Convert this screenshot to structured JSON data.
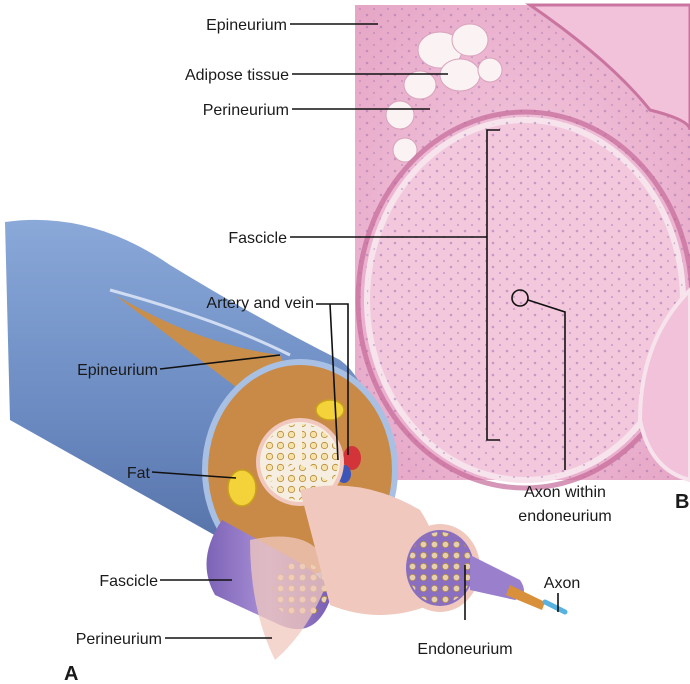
{
  "panel_a": {
    "letter": "A",
    "labels": {
      "artery_vein": "Artery and vein",
      "epineurium": "Epineurium",
      "fat": "Fat",
      "fascicle": "Fascicle",
      "perineurium": "Perineurium",
      "endoneurium": "Endoneurium",
      "axon": "Axon"
    }
  },
  "panel_b": {
    "letter": "B",
    "labels": {
      "epineurium": "Epineurium",
      "adipose": "Adipose tissue",
      "perineurium": "Perineurium",
      "fascicle": "Fascicle",
      "axon_line1": "Axon within",
      "axon_line2": "endoneurium"
    }
  },
  "colors": {
    "nerve_blue": "#6f8fc4",
    "epineurium_tan": "#c98f4a",
    "fascicle_purple": "#8a6fc0",
    "perineurium_pink": "#f0c8bd",
    "histology_pink": "#eab2cc",
    "fat_yellow": "#f3d23a",
    "artery_red": "#d2343a",
    "vein_blue": "#3d55b8"
  }
}
